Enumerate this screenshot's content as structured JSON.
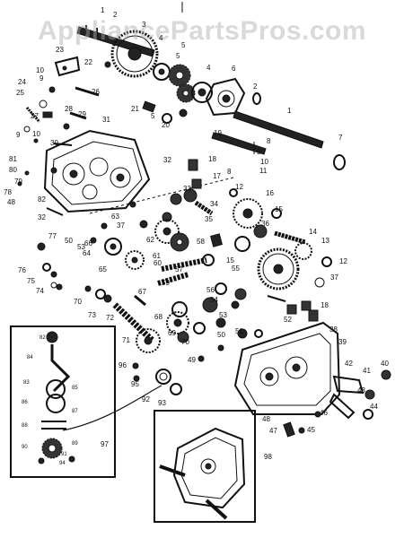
{
  "watermark": "AppliancePartsPros.com",
  "callouts": [
    {
      "id": "c-1a",
      "text": "1"
    },
    {
      "id": "c-2a",
      "text": "2"
    },
    {
      "id": "c-3",
      "text": "3"
    },
    {
      "id": "c-4a",
      "text": "4"
    },
    {
      "id": "c-5a",
      "text": "5"
    },
    {
      "id": "c-5b",
      "text": "5"
    },
    {
      "id": "c-4b",
      "text": "4"
    },
    {
      "id": "c-6",
      "text": "6"
    },
    {
      "id": "c-2b",
      "text": "2"
    },
    {
      "id": "c-1b",
      "text": "1"
    },
    {
      "id": "c-23",
      "text": "23"
    },
    {
      "id": "c-22",
      "text": "22"
    },
    {
      "id": "c-10a",
      "text": "10"
    },
    {
      "id": "c-9a",
      "text": "9"
    },
    {
      "id": "c-24",
      "text": "24"
    },
    {
      "id": "c-25",
      "text": "25"
    },
    {
      "id": "c-26",
      "text": "26"
    },
    {
      "id": "c-27",
      "text": "27"
    },
    {
      "id": "c-28",
      "text": "28"
    },
    {
      "id": "c-29",
      "text": "29"
    },
    {
      "id": "c-31",
      "text": "31"
    },
    {
      "id": "c-21",
      "text": "21"
    },
    {
      "id": "c-5c",
      "text": "5"
    },
    {
      "id": "c-20",
      "text": "20"
    },
    {
      "id": "c-19",
      "text": "19"
    },
    {
      "id": "c-8a",
      "text": "8"
    },
    {
      "id": "c-7",
      "text": "7"
    },
    {
      "id": "c-9b",
      "text": "9"
    },
    {
      "id": "c-10b",
      "text": "10"
    },
    {
      "id": "c-30",
      "text": "30"
    },
    {
      "id": "c-81",
      "text": "81"
    },
    {
      "id": "c-80",
      "text": "80"
    },
    {
      "id": "c-79",
      "text": "79"
    },
    {
      "id": "c-78",
      "text": "78"
    },
    {
      "id": "c-48a",
      "text": "48"
    },
    {
      "id": "c-32a",
      "text": "32"
    },
    {
      "id": "c-18a",
      "text": "18"
    },
    {
      "id": "c-17",
      "text": "17"
    },
    {
      "id": "c-9c",
      "text": "9"
    },
    {
      "id": "c-10c",
      "text": "10"
    },
    {
      "id": "c-11",
      "text": "11"
    },
    {
      "id": "c-8b",
      "text": "8"
    },
    {
      "id": "c-82",
      "text": "82"
    },
    {
      "id": "c-32b",
      "text": "32"
    },
    {
      "id": "c-33",
      "text": "33"
    },
    {
      "id": "c-34",
      "text": "34"
    },
    {
      "id": "c-12a",
      "text": "12"
    },
    {
      "id": "c-16",
      "text": "16"
    },
    {
      "id": "c-15a",
      "text": "15"
    },
    {
      "id": "c-63",
      "text": "63"
    },
    {
      "id": "c-35",
      "text": "35"
    },
    {
      "id": "c-37a",
      "text": "37"
    },
    {
      "id": "c-36",
      "text": "36"
    },
    {
      "id": "c-62",
      "text": "62"
    },
    {
      "id": "c-77",
      "text": "77"
    },
    {
      "id": "c-50a",
      "text": "50"
    },
    {
      "id": "c-53a",
      "text": "53"
    },
    {
      "id": "c-66",
      "text": "66"
    },
    {
      "id": "c-64",
      "text": "64"
    },
    {
      "id": "c-61",
      "text": "61"
    },
    {
      "id": "c-60",
      "text": "60"
    },
    {
      "id": "c-58",
      "text": "58"
    },
    {
      "id": "c-15b",
      "text": "15"
    },
    {
      "id": "c-14",
      "text": "14"
    },
    {
      "id": "c-13",
      "text": "13"
    },
    {
      "id": "c-76",
      "text": "76"
    },
    {
      "id": "c-65",
      "text": "65"
    },
    {
      "id": "c-57",
      "text": "57"
    },
    {
      "id": "c-55",
      "text": "55"
    },
    {
      "id": "c-12b",
      "text": "12"
    },
    {
      "id": "c-75",
      "text": "75"
    },
    {
      "id": "c-74",
      "text": "74"
    },
    {
      "id": "c-59",
      "text": "59"
    },
    {
      "id": "c-37b",
      "text": "37"
    },
    {
      "id": "c-56",
      "text": "56"
    },
    {
      "id": "c-70a",
      "text": "70"
    },
    {
      "id": "c-67",
      "text": "67"
    },
    {
      "id": "c-54",
      "text": "54"
    },
    {
      "id": "c-73",
      "text": "73"
    },
    {
      "id": "c-72",
      "text": "72"
    },
    {
      "id": "c-18b",
      "text": "18"
    },
    {
      "id": "c-68",
      "text": "68"
    },
    {
      "id": "c-53b",
      "text": "53"
    },
    {
      "id": "c-52",
      "text": "52"
    },
    {
      "id": "c-69",
      "text": "69"
    },
    {
      "id": "c-51",
      "text": "51"
    },
    {
      "id": "c-71",
      "text": "71"
    },
    {
      "id": "c-50b",
      "text": "50"
    },
    {
      "id": "c-70b",
      "text": "70"
    },
    {
      "id": "c-38",
      "text": "38"
    },
    {
      "id": "c-39",
      "text": "39"
    },
    {
      "id": "c-49",
      "text": "49"
    },
    {
      "id": "c-96",
      "text": "96"
    },
    {
      "id": "c-95",
      "text": "95"
    },
    {
      "id": "c-92",
      "text": "92"
    },
    {
      "id": "c-93",
      "text": "93"
    },
    {
      "id": "c-42",
      "text": "42"
    },
    {
      "id": "c-41",
      "text": "41"
    },
    {
      "id": "c-40",
      "text": "40"
    },
    {
      "id": "c-43",
      "text": "43"
    },
    {
      "id": "c-44",
      "text": "44"
    },
    {
      "id": "c-46",
      "text": "46"
    },
    {
      "id": "c-48b",
      "text": "48"
    },
    {
      "id": "c-47",
      "text": "47"
    },
    {
      "id": "c-45",
      "text": "45"
    },
    {
      "id": "c-97",
      "text": "97"
    },
    {
      "id": "c-98",
      "text": "98"
    },
    {
      "id": "i-82",
      "text": "82"
    },
    {
      "id": "i-84",
      "text": "84"
    },
    {
      "id": "i-83",
      "text": "83"
    },
    {
      "id": "i-85",
      "text": "85"
    },
    {
      "id": "i-86",
      "text": "86"
    },
    {
      "id": "i-87",
      "text": "87"
    },
    {
      "id": "i-88",
      "text": "88"
    },
    {
      "id": "i-89",
      "text": "89"
    },
    {
      "id": "i-90",
      "text": "90"
    },
    {
      "id": "i-91",
      "text": "91"
    },
    {
      "id": "i-94",
      "text": "94"
    }
  ]
}
